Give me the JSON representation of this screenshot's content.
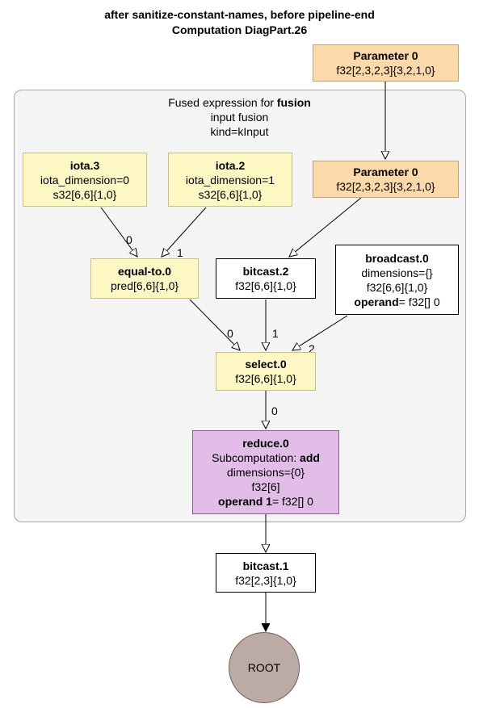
{
  "header": {
    "line1": "after sanitize-constant-names, before pipeline-end",
    "line2": "Computation DiagPart.26"
  },
  "cluster": {
    "label_prefix": "Fused expression for ",
    "label_bold": "fusion",
    "line2": "input fusion",
    "line3": "kind=kInput"
  },
  "nodes": {
    "param_top": {
      "title": "Parameter 0",
      "shape": "f32[2,3,2,3]{3,2,1,0}"
    },
    "param_inner": {
      "title": "Parameter 0",
      "shape": "f32[2,3,2,3]{3,2,1,0}"
    },
    "iota3": {
      "title": "iota.3",
      "attr": "iota_dimension=0",
      "shape": "s32[6,6]{1,0}"
    },
    "iota2": {
      "title": "iota.2",
      "attr": "iota_dimension=1",
      "shape": "s32[6,6]{1,0}"
    },
    "equal_to": {
      "title": "equal-to.0",
      "shape": "pred[6,6]{1,0}"
    },
    "bitcast2": {
      "title": "bitcast.2",
      "shape": "f32[6,6]{1,0}"
    },
    "broadcast": {
      "title": "broadcast.0",
      "attr": "dimensions={}",
      "shape": "f32[6,6]{1,0}",
      "operand_bold": "operand",
      "operand_rest": "= f32[] 0"
    },
    "select": {
      "title": "select.0",
      "shape": "f32[6,6]{1,0}"
    },
    "reduce": {
      "title": "reduce.0",
      "sub_prefix": "Subcomputation: ",
      "sub_bold": "add",
      "attr": "dimensions={0}",
      "shape": "f32[6]",
      "operand_bold": "operand 1",
      "operand_rest": "= f32[] 0"
    },
    "bitcast1": {
      "title": "bitcast.1",
      "shape": "f32[2,3]{1,0}"
    },
    "root": {
      "label": "ROOT"
    }
  },
  "edge_labels": {
    "iota3_eq": "0",
    "iota2_eq": "1",
    "eq_sel": "0",
    "bc2_sel": "1",
    "bcast_sel": "2",
    "sel_red": "0"
  },
  "colors": {
    "fusion_node": "#fdf7c3",
    "parameter": "#fcd9a8",
    "reduce": "#e1bde7",
    "root": "#bcaaa4",
    "cluster_bg": "#f5f5f5"
  }
}
